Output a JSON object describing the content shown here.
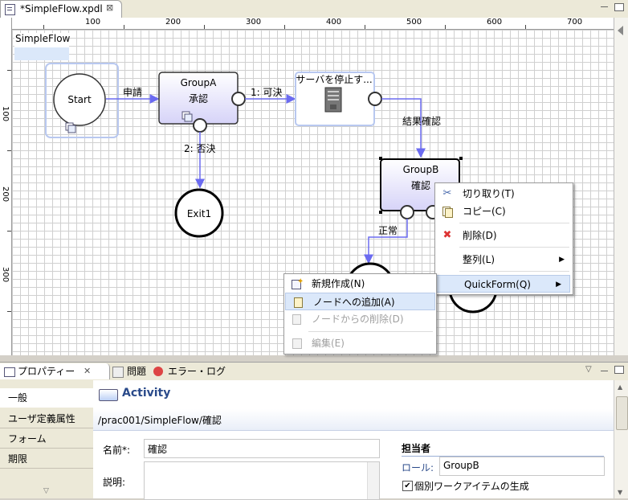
{
  "editor": {
    "tab_title": "*SimpleFlow.xpdl",
    "close_glyph": "⊠",
    "flow_label": "SimpleFlow"
  },
  "ruler": {
    "top": [
      "100",
      "200",
      "300",
      "400",
      "500",
      "600",
      "700"
    ],
    "left": [
      "100",
      "200",
      "300"
    ]
  },
  "diagram": {
    "nodes": {
      "start": "Start",
      "groupa_title": "GroupA",
      "groupa_sub": "承認",
      "server": "サーバを停止す...",
      "groupb_title": "GroupB",
      "groupb_sub": "確認",
      "exit1": "Exit1"
    },
    "edges": {
      "apply": "申請",
      "approve": "1: 可決",
      "reject": "2: 否決",
      "result_check": "結果確認",
      "normal": "正常"
    }
  },
  "context_menu": {
    "items": [
      {
        "label": "切り取り(T)",
        "icon": "scissors-icon"
      },
      {
        "label": "コピー(C)",
        "icon": "copy-icon"
      },
      {
        "label": "削除(D)",
        "icon": "delete-x-icon"
      },
      {
        "label": "整列(L)",
        "icon": ""
      },
      {
        "label": "QuickForm(Q)",
        "icon": ""
      }
    ]
  },
  "submenu": {
    "items": [
      {
        "label": "新規作成(N)",
        "enabled": true
      },
      {
        "label": "ノードへの追加(A)",
        "enabled": true
      },
      {
        "label": "ノードからの削除(D)",
        "enabled": false
      },
      {
        "label": "編集(E)",
        "enabled": false
      }
    ]
  },
  "bottom_tabs": {
    "properties": "プロパティー",
    "problems": "問題",
    "error_log": "エラー・ログ"
  },
  "properties": {
    "side_tabs": [
      "一般",
      "ユーザ定義属性",
      "フォーム",
      "期限"
    ],
    "heading": "Activity",
    "path": "/prac001/SimpleFlow/確認",
    "name_label": "名前*:",
    "name_value": "確認",
    "desc_label": "説明:",
    "owner_heading": "担当者",
    "role_label": "ロール:",
    "role_value": "GroupB",
    "individual_label": "個別ワークアイテムの生成"
  },
  "colors": {
    "edge": "#6b6bf0",
    "node_fill_top": "#ffffff",
    "node_fill_bottom": "#d6d3f8",
    "selection_border": "#b8c8f0",
    "accent_blue": "#2a4a8a"
  }
}
